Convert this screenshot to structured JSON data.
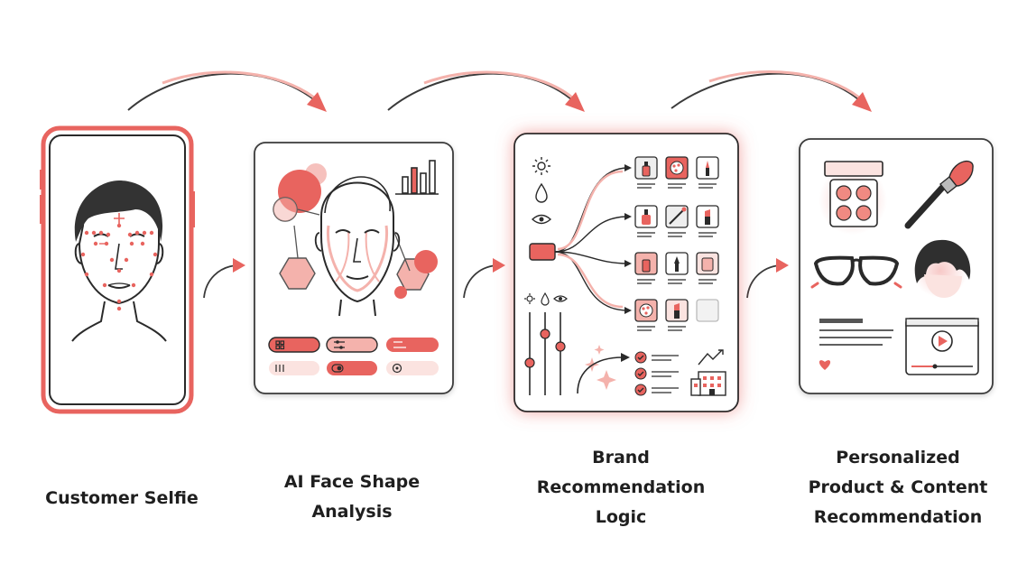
{
  "colors": {
    "accent": "#e8645f",
    "accent_soft": "#f4b2ac",
    "accent_pale": "#fbe3e0",
    "ink": "#2a2a2a",
    "line": "#555555"
  },
  "steps": [
    {
      "id": "selfie",
      "caption_lines": [
        "Customer Selfie"
      ],
      "icon": "smartphone-face-landmarks-icon"
    },
    {
      "id": "analysis",
      "caption_lines": [
        "AI Face Shape",
        "Analysis"
      ],
      "icon": "face-analysis-icon"
    },
    {
      "id": "logic",
      "caption_lines": [
        "Brand",
        "Recommendation",
        "Logic"
      ],
      "icon": "decision-tree-icon"
    },
    {
      "id": "recommendation",
      "caption_lines": [
        "Personalized",
        "Product & Content",
        "Recommendation"
      ],
      "icon": "product-grid-icon"
    }
  ],
  "connectors": [
    "arrow-icon",
    "arrow-icon",
    "arrow-icon"
  ]
}
